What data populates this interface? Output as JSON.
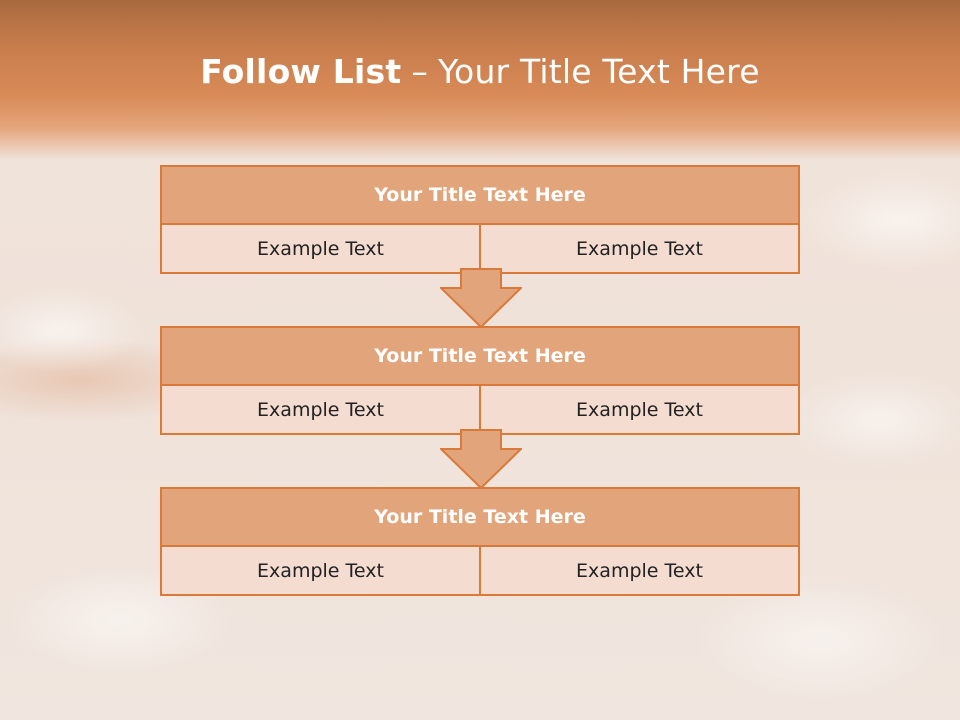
{
  "slide": {
    "title_bold": "Follow List",
    "title_sep": "–",
    "title_rest": "Your Title Text Here"
  },
  "blocks": [
    {
      "title": "Your Title Text Here",
      "left": "Example Text",
      "right": "Example Text"
    },
    {
      "title": "Your Title Text Here",
      "left": "Example Text",
      "right": "Example Text"
    },
    {
      "title": "Your Title Text Here",
      "left": "Example Text",
      "right": "Example Text"
    }
  ],
  "colors": {
    "accent": "#d97a3a",
    "header_fill": "#e2a47a",
    "row_fill": "#f4dcd1",
    "title_band": "#d88b57"
  },
  "icons": [
    "down-arrow-icon"
  ]
}
